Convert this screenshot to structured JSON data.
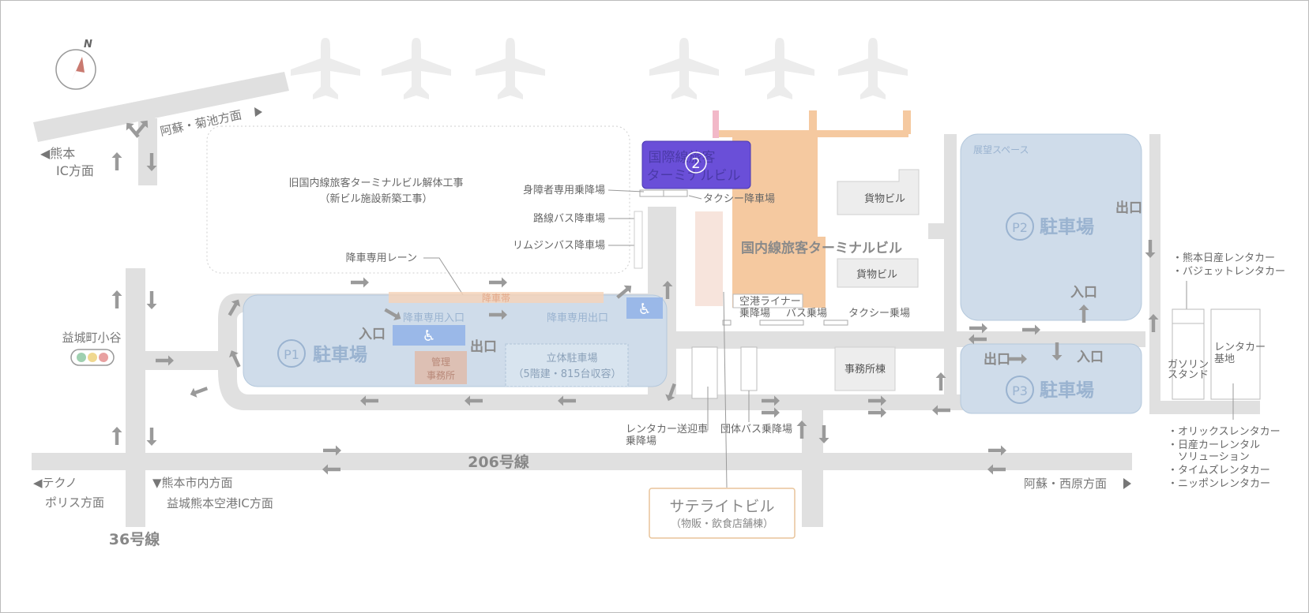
{
  "compass": {
    "label": "N"
  },
  "directions": {
    "kumamoto_ic": [
      "◀熊本",
      "IC方面"
    ],
    "aso_kikuchi": "阿蘇・菊池方面",
    "aso_nishihara": "阿蘇・西原方面",
    "techno": [
      "◀テクノ",
      "ポリス方面"
    ],
    "kumamoto_city": "▼熊本市内方面",
    "mashiki_ic": "益城熊本空港IC方面"
  },
  "roads": {
    "route206": "206号線",
    "route36": "36号線"
  },
  "signal": {
    "label": "益城町小谷",
    "colors": [
      "#9fd0b0",
      "#f0d890",
      "#e8a0a0"
    ]
  },
  "old_terminal": [
    "旧国内線旅客ターミナルビル解体工事",
    "（新ビル施設新築工事）"
  ],
  "intl_terminal": {
    "lines": [
      "国際線旅客",
      "ターミナルビル"
    ],
    "marker": "2",
    "color": "#6a4fd8"
  },
  "domestic_terminal": {
    "label": "国内線旅客ターミナルビル",
    "color": "#f5c9a0"
  },
  "stops": {
    "disabled_drop": "身障者専用乗降場",
    "taxi_drop": "タクシー降車場",
    "route_bus_drop": "路線バス降車場",
    "limousine_bus_drop": "リムジンバス降車場",
    "drop_lane": "降車専用レーン",
    "drop_zone": "降車帯",
    "airport_liner": "空港ライナー",
    "pickup": "乗降場",
    "bus_pickup": "バス乗場",
    "taxi_pickup": "タクシー乗場",
    "rental_shuttle": [
      "レンタカー送迎車",
      "乗降場"
    ],
    "group_bus": "団体バス乗降場"
  },
  "buildings": {
    "cargo1": "貨物ビル",
    "cargo2": "貨物ビル",
    "office": "事務所棟",
    "observation": "展望スペース",
    "gas": [
      "ガソリン",
      "スタンド"
    ],
    "rental_base": [
      "レンタカー",
      "基地"
    ],
    "management": [
      "管理",
      "事務所"
    ]
  },
  "parking": {
    "p1": {
      "code": "P1",
      "label": "駐車場"
    },
    "p2": {
      "code": "P2",
      "label": "駐車場"
    },
    "p3": {
      "code": "P3",
      "label": "駐車場"
    },
    "entrance": "入口",
    "exit": "出口",
    "drop_entrance": "降車専用入口",
    "drop_exit": "降車専用出口",
    "multi_storey": [
      "立体駐車場",
      "（5階建・815台収容）"
    ],
    "lot_color": "#cfdcea"
  },
  "rental_north": [
    "・熊本日産レンタカー",
    "・バジェットレンタカー"
  ],
  "rental_south": [
    "・オリックスレンタカー",
    "・日産カーレンタル",
    "　ソリューション",
    "・タイムズレンタカー",
    "・ニッポンレンタカー"
  ],
  "satellite": {
    "title": "サテライトビル",
    "subtitle": "（物販・飲食店舗棟）",
    "border": "#e8c49a"
  }
}
